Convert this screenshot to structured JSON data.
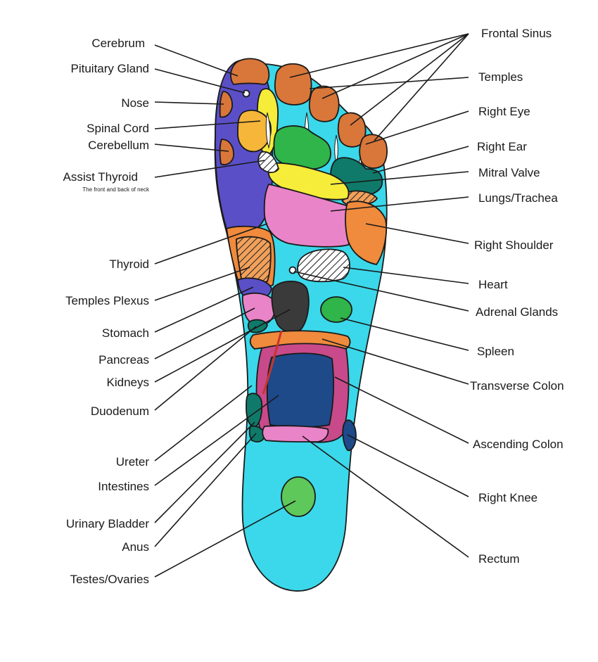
{
  "labels_left": {
    "cerebrum": "Cerebrum",
    "pituitary_gland": "Pituitary Gland",
    "nose": "Nose",
    "spinal_cord": "Spinal Cord",
    "cerebellum": "Cerebellum",
    "assist_thyroid": "Assist Thyroid",
    "assist_thyroid_note": "The front and back of neck",
    "thyroid": "Thyroid",
    "temples_plexus": "Temples Plexus",
    "stomach": "Stomach",
    "pancreas": "Pancreas",
    "kidneys": "Kidneys",
    "duodenum": "Duodenum",
    "ureter": "Ureter",
    "intestines": "Intestines",
    "urinary_bladder": "Urinary Bladder",
    "anus": "Anus",
    "testes_ovaries": "Testes/Ovaries"
  },
  "labels_right": {
    "frontal_sinus": "Frontal Sinus",
    "temples": "Temples",
    "right_eye": "Right Eye",
    "right_ear": "Right Ear",
    "mitral_valve": "Mitral Valve",
    "lungs_trachea": "Lungs/Trachea",
    "right_shoulder": "Right Shoulder",
    "heart": "Heart",
    "adrenal_glands": "Adrenal Glands",
    "spleen": "Spleen",
    "transverse_colon": "Transverse Colon",
    "ascending_colon": "Ascending Colon",
    "right_knee": "Right Knee",
    "rectum": "Rectum"
  },
  "colors": {
    "foot_base": "#3ad8ea",
    "cerebrum_purple": "#5b4fc8",
    "toe_orange": "#d9763a",
    "yellow": "#f6ec3a",
    "green": "#2fb54a",
    "pink": "#ea84c8",
    "orange": "#f08a3c",
    "navy": "#1e4a8a",
    "magenta": "#c84a8a",
    "dark": "#3a3a3a",
    "teal": "#0f7a6a",
    "light_green": "#5fc85a"
  }
}
